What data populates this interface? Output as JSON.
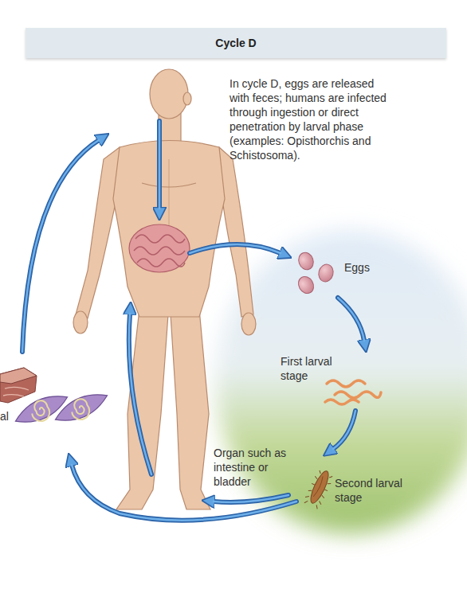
{
  "diagram": {
    "title": "Cycle D",
    "labels": [
      "In cycle D, eggs are released with feces; humans are infected through ingestion or direct penetration by larval phase (examples: Opisthorchis and Schistosoma).",
      "Eggs",
      "First larval stage",
      "Organ such as intestine or bladder",
      "Second larval stage",
      "al"
    ]
  }
}
